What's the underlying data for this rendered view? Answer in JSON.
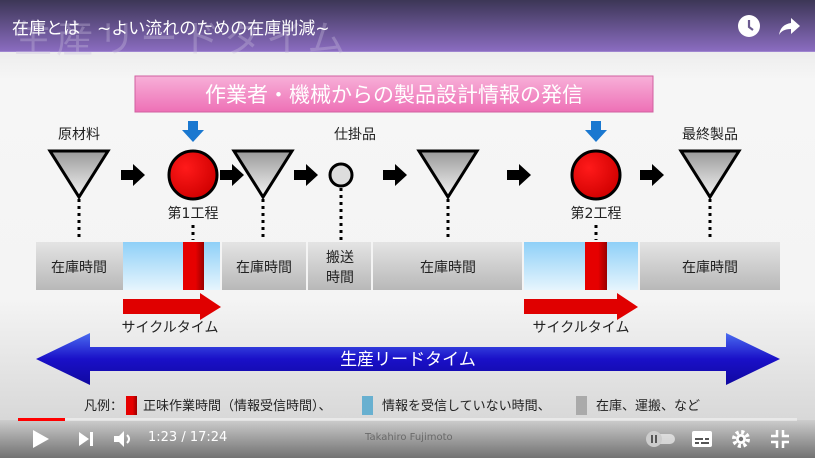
{
  "video": {
    "title": "在庫とは　~よい流れのための在庫削減~",
    "ghost_title": "生産リードタイム",
    "time": "1:23 / 17:24",
    "channel": "Takahiro Fujimoto",
    "progress_percent": 6
  },
  "slide": {
    "banner": "作業者・機械からの製品設計情報の発信",
    "labels": {
      "raw": "原材料",
      "wip": "仕掛品",
      "final": "最終製品",
      "process1": "第1工程",
      "process2": "第2工程"
    },
    "timeline": {
      "inventory": "在庫時間",
      "transport1": "搬送",
      "transport2": "時間"
    },
    "cycle_time": "サイクルタイム",
    "lead_time": "生産リードタイム",
    "legend": {
      "prefix": "凡例：",
      "net": "正味作業時間（情報受信時間）、",
      "idle": "情報を受信していない時間、",
      "inventory": "在庫、運搬、など"
    },
    "colors": {
      "red": "#e00000",
      "blue": "#1a10c8",
      "light_blue": "#bfe6fb",
      "gray": "#c8c8c8",
      "pink": "#f080c0"
    }
  }
}
